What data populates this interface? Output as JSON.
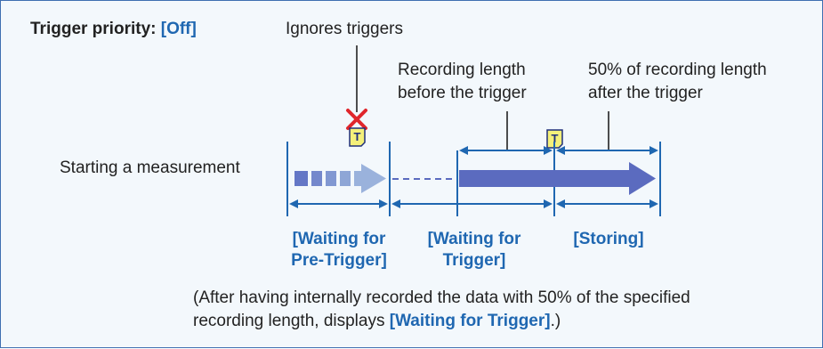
{
  "title": {
    "label": "Trigger priority:",
    "value": "[Off]"
  },
  "callouts": {
    "ignores_triggers": "Ignores triggers",
    "pre_trigger_length_line1": "Recording length",
    "pre_trigger_length_line2": "before the trigger",
    "post_trigger_length_line1": "50% of recording length",
    "post_trigger_length_line2": "after the trigger"
  },
  "start_label": "Starting a measurement",
  "trigger_marker_label": "T",
  "states": [
    {
      "line1": "[Waiting for",
      "line2": "Pre-Trigger]"
    },
    {
      "line1": "[Waiting for",
      "line2": "Trigger]"
    },
    {
      "line1": "[Storing]",
      "line2": ""
    }
  ],
  "note": {
    "line1": "(After having internally recorded the data with 50% of the specified",
    "line2_prefix": "recording length, displays ",
    "line2_emphasis": "[Waiting for Trigger]",
    "line2_suffix": ".)"
  },
  "colors": {
    "frame": "#3f6fb1",
    "background": "#f3f8fc",
    "accent_text": "#1f67b1",
    "arrow_fill": "#5b6bbf",
    "arrow_light": "#8ea6d6",
    "marker_fill": "#f4f07a",
    "cross": "#e0262c"
  }
}
